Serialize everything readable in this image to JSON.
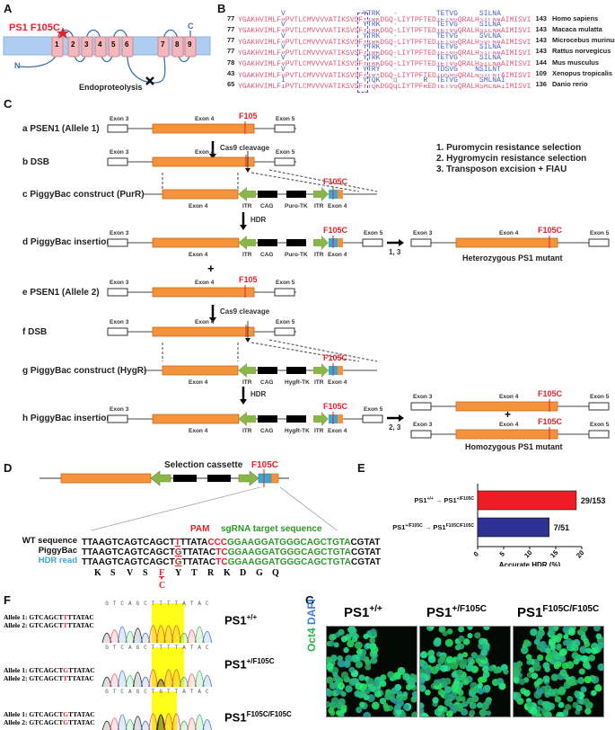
{
  "panels": {
    "A": "A",
    "B": "B",
    "C": "C",
    "D": "D",
    "E": "E",
    "F": "F",
    "G": "G"
  },
  "panelA": {
    "mutation_label": "PS1 F105C",
    "helices": [
      "1",
      "2",
      "3",
      "4",
      "5",
      "6",
      "7",
      "8",
      "9"
    ],
    "n_term": "N",
    "c_term": "C",
    "endoproteolysis": "Endoproteolysis",
    "colors": {
      "membrane": "#aecdf0",
      "helix": "#f4b8bc",
      "loop": "#3b6fb6",
      "star": "#e8202a"
    }
  },
  "panelB": {
    "rows": [
      {
        "start": "77",
        "seq": "YGAKHVIMLFVPVTLCMVVVVATIKSVSFYTRKDGQ-LIYTPFTEDTETVGQRALHSILNAAIMISVI",
        "end": "143",
        "species": "Homo sapiens"
      },
      {
        "start": "77",
        "seq": "YGAKHVIMLFVPVTLCMVVVVATIKSVSFYTRKDGQ-LIYTPFTEDTETVGQRALHSILNAAIMISVI",
        "end": "143",
        "species": "Macaca mulatta"
      },
      {
        "start": "77",
        "seq": "YGAKHVIMLFVPVTLCMVVVVATIKSVSFYTRKDGQ-LIYTPFTEDTETVGQRALHSVLNAAIMISVI",
        "end": "143",
        "species": "Microcebus murinus"
      },
      {
        "start": "77",
        "seq": "YGAKHVIMLFVPVTLCMVVVVATIKSVSFYTRKDGQ-LIYTPFTEDTETVGQRALHSILNAAIMISVI",
        "end": "143",
        "species": "Rattus norvegicus"
      },
      {
        "start": "78",
        "seq": "YGAKHVIMLFVPVTLCMVVVVATIKSVSFYTRKDGQ-LIYTPFTEDTETVGQRALHSILNAAIMISVI",
        "end": "144",
        "species": "Mus musculus"
      },
      {
        "start": "43",
        "seq": "YGAKHVIMLFVPVTLCMVVVVATIKSVSFYTRYDGQ-LIYTPFTEDTDSVGQRALNSILNTAIMISVI",
        "end": "109",
        "species": "Xenopus tropicalis"
      },
      {
        "start": "65",
        "seq": "YGAKHVIMLFIPVTLCMVVVVATIKSVSFYTQKDGQqLIYTPFREDTETVGQRALHSMLNAIIMISVI",
        "end": "136",
        "species": "Danio rerio"
      }
    ],
    "colors": {
      "conserved": "#e05a7a",
      "variable": "#4a5fc8",
      "gap": "#999999",
      "box": "#7a3fbf"
    }
  },
  "panelC": {
    "rows": {
      "a": "a PSEN1 (Allele 1)",
      "b": "b DSB",
      "c": "c PiggyBac construct (PurR)",
      "d": "d PiggyBac insertion",
      "e": "e PSEN1 (Allele 2)",
      "f": "f DSB",
      "g": "g PiggyBac construct (HygR)",
      "h": "h PiggyBac insertion"
    },
    "labels": {
      "exon3": "Exon 3",
      "exon4": "Exon 4",
      "exon5": "Exon 5",
      "f105": "F105",
      "f105c": "F105C",
      "cas9": "Cas9 cleavage",
      "hdr": "HDR",
      "itr": "ITR",
      "cag": "CAG",
      "puro": "Puro-TK",
      "hygr": "HygR-TK",
      "plus": "+",
      "step13": "1, 3",
      "step23": "2, 3",
      "het": "Heterozygous PS1 mutant",
      "hom": "Homozygous PS1 mutant"
    },
    "notes": [
      "1. Puromycin resistance selection",
      "2. Hygromycin resistance selection",
      "3. Transposon excision + FIAU"
    ],
    "colors": {
      "exon": "#f4933c",
      "itr": "#8ab54b",
      "block": "#000000",
      "mut": "#3aa8d0"
    }
  },
  "panelD": {
    "title": "Selection cassette",
    "mut": "F105C",
    "pam": "PAM",
    "sgrna": "sgRNA target sequence",
    "rows": [
      {
        "label": "WT sequence",
        "a": "TTAAGTCAGTCAGCT",
        "m": "T",
        "b": "TTATA",
        "p1": "C",
        "p2": "CC",
        "g": "GGAAGGATGGGCAGCTGTA",
        "t": "CGTAT"
      },
      {
        "label": "PiggyBac",
        "a": "TTAAGTCAGTCAGCT",
        "m": "G",
        "b": "TTATA",
        "p1": "C",
        "p2": "TC",
        "g": "GGAAGGATGGGCAGCTGTA",
        "t": "CGTAT"
      },
      {
        "label": "HDR read",
        "a": "TTAAGTCAGTCAGCT",
        "m": "G",
        "b": "TTATA",
        "p1": "C",
        "p2": "TC",
        "g": "GGAAGGATGGGCAGCTGTA",
        "t": "CGTAT"
      }
    ],
    "aa": [
      "K",
      "S",
      "V",
      "S",
      "F",
      "Y",
      "T",
      "R",
      "K",
      "D",
      "G",
      "Q"
    ],
    "aa_mut": "C",
    "colors": {
      "pam": "#e8202a",
      "sgrna": "#2a9a2a",
      "hdr": "#3aa8d0"
    }
  },
  "chart_data": {
    "type": "bar",
    "orientation": "horizontal",
    "categories": [
      "PS1+/+ → PS1+/F105C",
      "PS1+/F105C → PS1F105C/F105C"
    ],
    "cat_parts": [
      {
        "a": "PS1",
        "as": "+/+",
        "b": "PS1",
        "bs": "+/F105C"
      },
      {
        "a": "PS1",
        "as": "+/F105C",
        "b": "PS1",
        "bs": "F105C/F105C"
      }
    ],
    "values": [
      18.95,
      13.73
    ],
    "data_labels": [
      "29/153",
      "7/51"
    ],
    "colors": [
      "#ee1c25",
      "#2e3192"
    ],
    "xlabel": "Accurate HDR (%)",
    "xlim": [
      0,
      20
    ],
    "xticks": [
      "0",
      "5",
      "10",
      "15",
      "20"
    ],
    "grid": false
  },
  "panelF": {
    "rows": [
      {
        "a1": "Allele 1: GTCAGCT",
        "a1m": "T",
        "a1t": "TTATAC",
        "a2": "Allele 2: GTCAGCT",
        "a2m": "T",
        "a2t": "TTATAC",
        "genotype": "PS1",
        "sup": "+/+",
        "bases": "GTCAGCTTTTATAC"
      },
      {
        "a1": "Allele 1: GTCAGCT",
        "a1m": "G",
        "a1t": "TTATAC",
        "a2": "Allele 2: GTCAGCT",
        "a2m": "T",
        "a2t": "TTATAC",
        "genotype": "PS1",
        "sup": "+/F105C",
        "bases": "GTCAGCTTTTATAC"
      },
      {
        "a1": "Allele 1: GTCAGCT",
        "a1m": "G",
        "a1t": "TTATAC",
        "a2": "Allele 2: GTCAGCT",
        "a2m": "G",
        "a2t": "TTATAC",
        "genotype": "PS1",
        "sup": "F105C/F105C",
        "bases": "GTCAGCTGTTATAC"
      }
    ]
  },
  "panelG": {
    "ylabel_oct4": "Oct4",
    "ylabel_dapi": "DAPI",
    "images": [
      {
        "title": "PS1",
        "sup": "+/+"
      },
      {
        "title": "PS1",
        "sup": "+/F105C"
      },
      {
        "title": "PS1",
        "sup": "F105C/F105C"
      }
    ]
  }
}
